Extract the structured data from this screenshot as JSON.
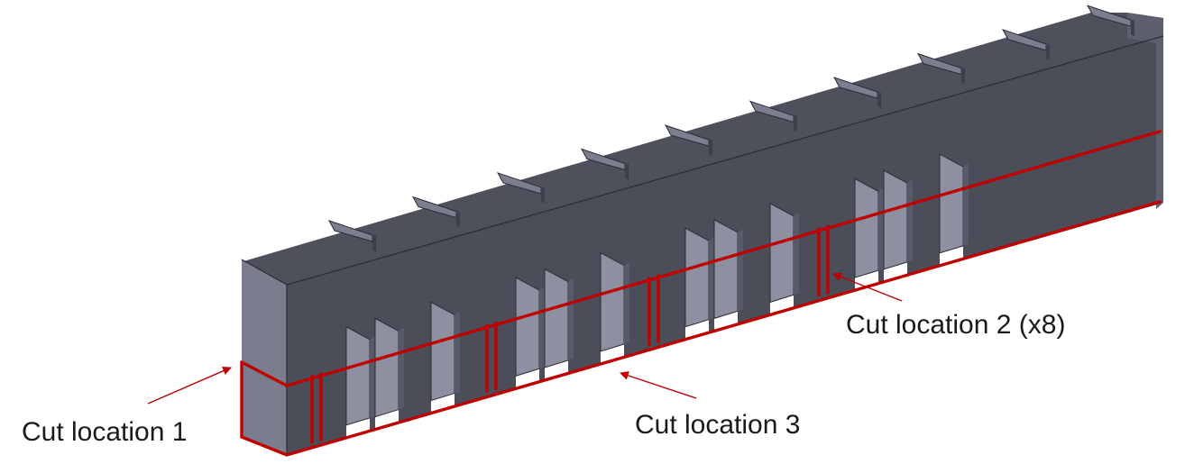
{
  "figure": {
    "annotations": [
      {
        "id": "cut-1",
        "text": "Cut location 1"
      },
      {
        "id": "cut-2",
        "text": "Cut location 2 (x8)"
      },
      {
        "id": "cut-3",
        "text": "Cut location 3"
      }
    ],
    "colors": {
      "body": "#4e505c",
      "end_face": "#7a7d8e",
      "rib_face": "#8e90a2",
      "cut_line": "#c00000",
      "background": "#ffffff"
    }
  }
}
